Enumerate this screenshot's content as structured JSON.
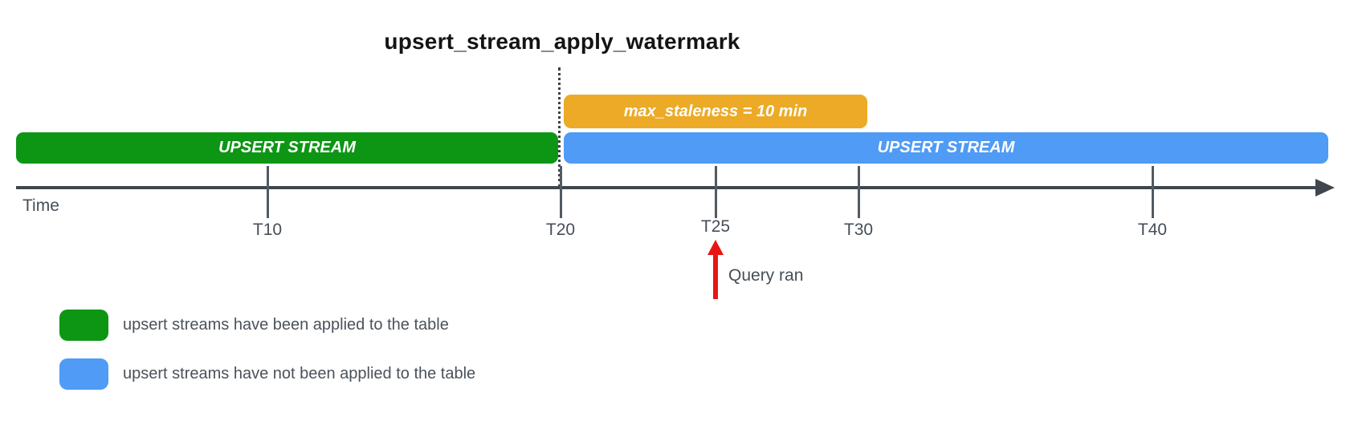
{
  "title": "upsert_stream_apply_watermark",
  "colors": {
    "applied_green": "#0d9614",
    "unapplied_blue": "#4f9bf5",
    "staleness_orange": "#ecaa26",
    "query_red": "#e81613",
    "axis_dark": "#3f464e",
    "label_gray": "#454e57"
  },
  "bars": {
    "staleness": {
      "label": "max_staleness = 10 min"
    },
    "applied": {
      "label": "UPSERT STREAM"
    },
    "unapplied": {
      "label": "UPSERT STREAM"
    }
  },
  "timeline": {
    "axis_label": "Time",
    "ticks": [
      {
        "label": "T10"
      },
      {
        "label": "T20"
      },
      {
        "label": "T25"
      },
      {
        "label": "T30"
      },
      {
        "label": "T40"
      }
    ]
  },
  "annotation": {
    "label": "Query ran",
    "at_tick": "T25"
  },
  "legend": {
    "items": [
      {
        "swatch": "green",
        "label": "upsert streams have been applied to the table"
      },
      {
        "swatch": "blue",
        "label": "upsert streams have not been applied to the table"
      }
    ]
  }
}
